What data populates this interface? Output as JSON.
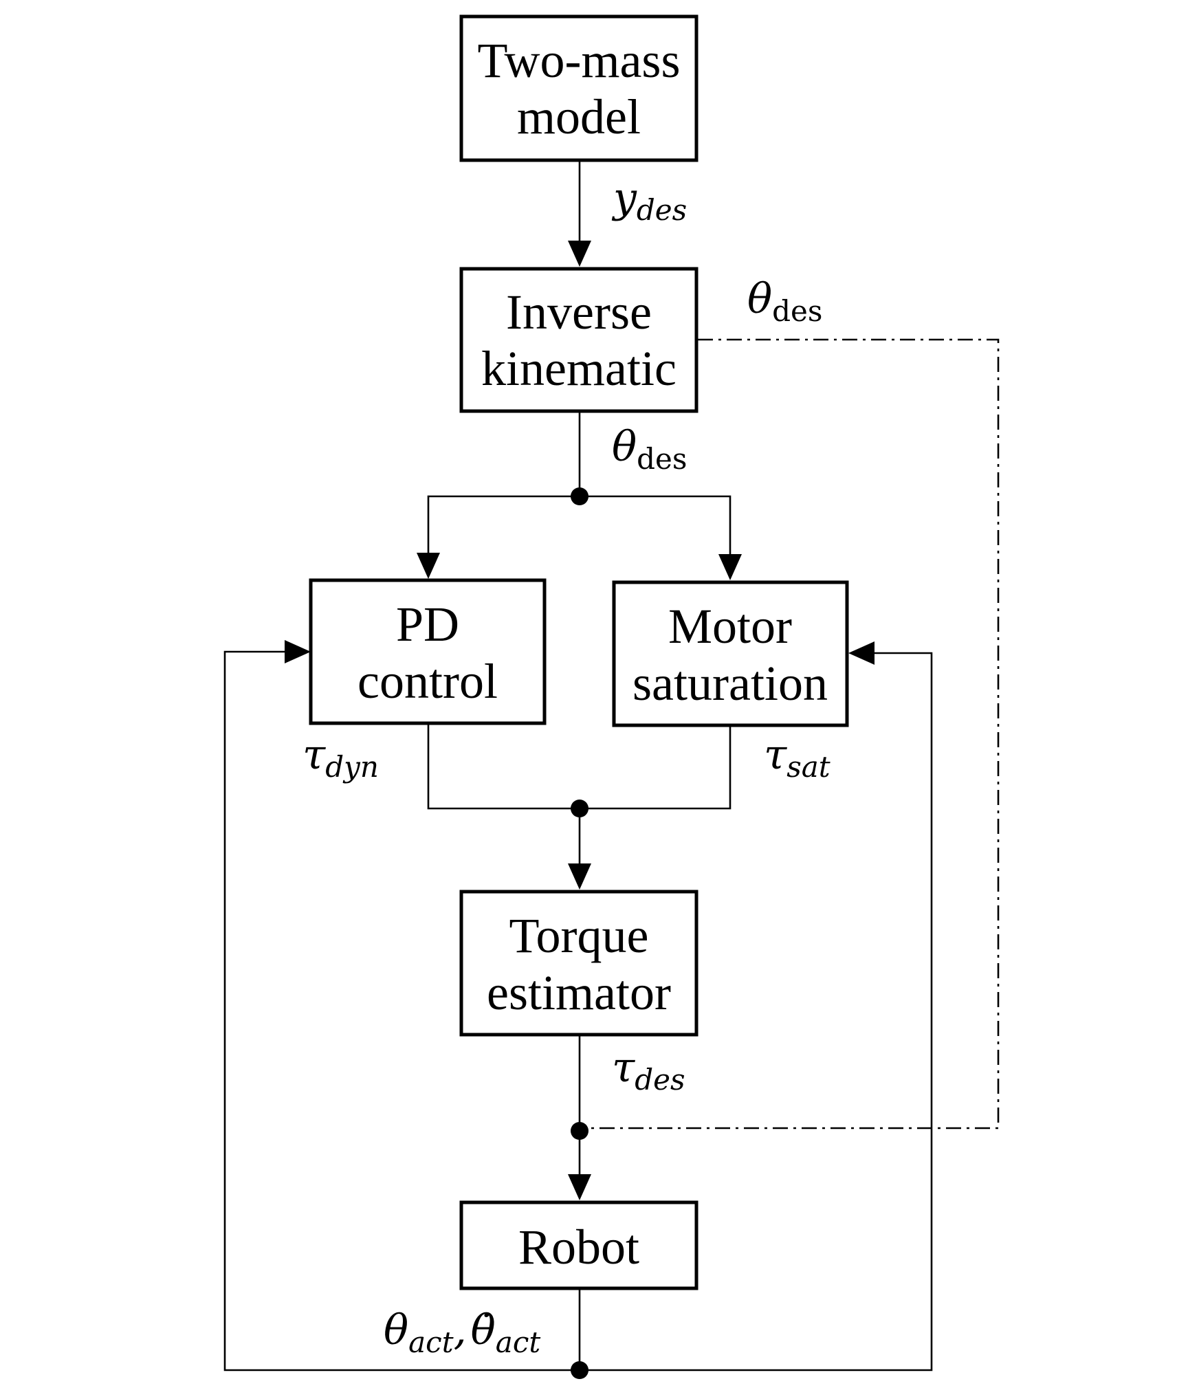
{
  "blocks": {
    "two_mass": {
      "line1": "Two-mass",
      "line2": "model"
    },
    "inverse_kin": {
      "line1": "Inverse",
      "line2": "kinematic"
    },
    "pd_control": {
      "line1": "PD",
      "line2": "control"
    },
    "motor_sat": {
      "line1": "Motor",
      "line2": "saturation"
    },
    "torque_est": {
      "line1": "Torque",
      "line2": "estimator"
    },
    "robot": {
      "line1": "Robot"
    }
  },
  "signals": {
    "y_des": {
      "main": "y",
      "sub": "des"
    },
    "theta_des_right": {
      "main": "θ",
      "sub": "des"
    },
    "theta_des_mid": {
      "main": "θ",
      "sub": "des"
    },
    "tau_dyn": {
      "main": "τ",
      "sub": "dyn"
    },
    "tau_sat": {
      "main": "τ",
      "sub": "sat"
    },
    "tau_des": {
      "main": "τ",
      "sub": "des"
    },
    "theta_act": {
      "main": "θ",
      "sub": "act",
      "sep": ",",
      "main2": "θ̇",
      "sub2": "act"
    }
  }
}
